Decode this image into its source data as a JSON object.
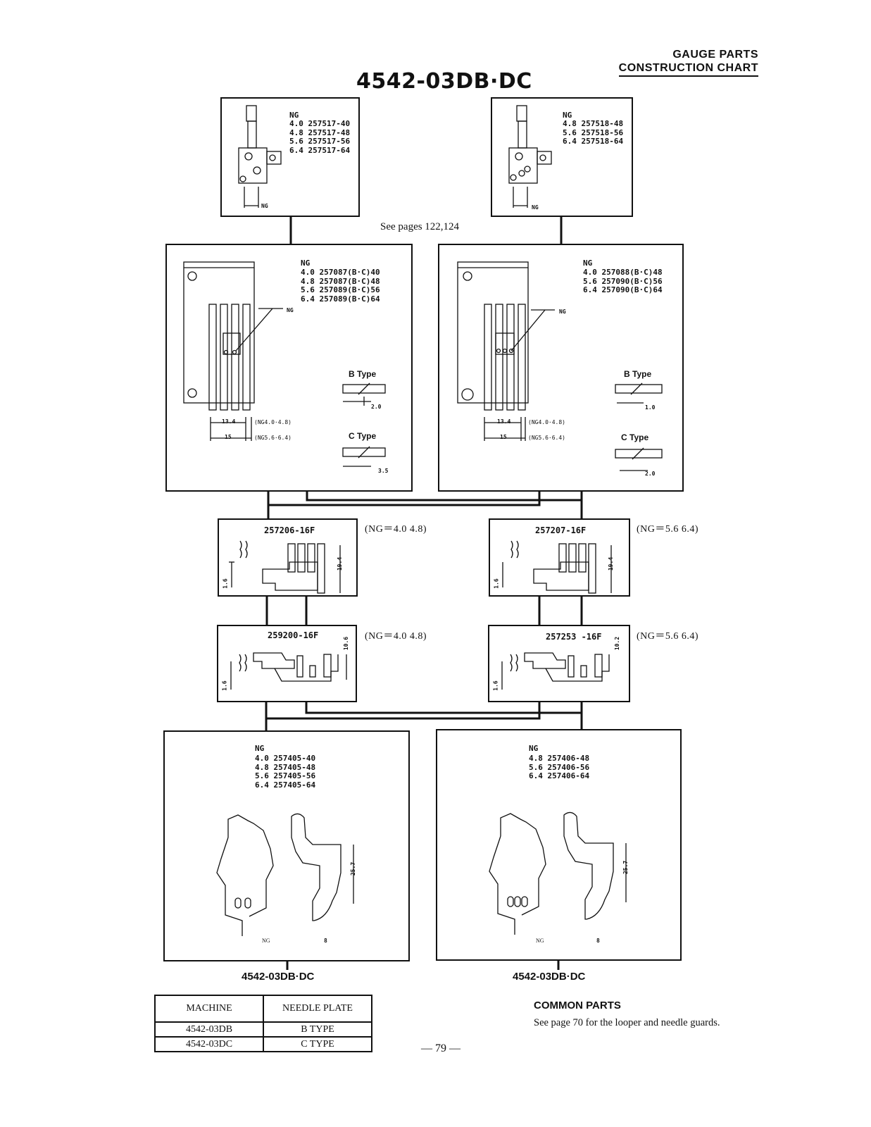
{
  "header": {
    "line1": "GAUGE PARTS",
    "line2": "CONSTRUCTION CHART"
  },
  "title": "4542-03DB·DC",
  "see_pages": "See pages 122,124",
  "needle_clamps": {
    "left": {
      "ng_label": "NG",
      "list": "4.0 257517-40\n4.8 257517-48\n5.6 257517-56\n6.4 257517-64",
      "dim": "NG"
    },
    "right": {
      "ng_label": "NG",
      "list": "4.8 257518-48\n5.6 257518-56\n6.4 257518-64",
      "dim": "NG"
    }
  },
  "needle_plates": {
    "left": {
      "ng_label": "NG",
      "list": "4.0 257087(B·C)40\n4.8 257087(B·C)48\n5.6 257089(B·C)56\n6.4 257089(B·C)64",
      "ng_pointer": "NG",
      "dim1": "13.4",
      "dim1_note": "(NG4.0·4.8)",
      "dim2": "15",
      "dim2_note": "(NG5.6·6.4)",
      "b_type": "B Type",
      "b_dim": "2.0",
      "c_type": "C Type",
      "c_dim": "3.5"
    },
    "right": {
      "ng_label": "NG",
      "list": "4.0 257088(B·C)48\n5.6 257090(B·C)56\n6.4 257090(B·C)64",
      "ng_pointer": "NG",
      "dim1": "13.4",
      "dim1_note": "(NG4.0·4.8)",
      "dim2": "15",
      "dim2_note": "(NG5.6·6.4)",
      "b_type": "B Type",
      "b_dim": "1.0",
      "c_type": "C Type",
      "c_dim": "2.0"
    }
  },
  "feed_dogs_main": {
    "left": {
      "part": "257206-16F",
      "dim_h": "19.4",
      "dim_v": "1.6",
      "side": "(NG＝4.0 4.8)"
    },
    "right": {
      "part": "257207-16F",
      "dim_h": "19.4",
      "dim_v": "1.6",
      "side": "(NG＝5.6 6.4)"
    }
  },
  "feed_dogs_diff": {
    "left": {
      "part": "259200-16F",
      "dim_h": "10.6",
      "dim_v": "1.6",
      "side": "(NG＝4.0 4.8)"
    },
    "right": {
      "part": "257253 -16F",
      "dim_h": "10.2",
      "dim_v": "1.6",
      "side": "(NG＝5.6 6.4)"
    }
  },
  "presser_feet": {
    "left": {
      "ng_label": "NG",
      "list": "4.0 257405-40\n4.8 257405-48\n5.6 257405-56\n6.4 257405-64",
      "dim_h": "25.7",
      "dim_ng": "NG",
      "dim_8": "8"
    },
    "right": {
      "ng_label": "NG",
      "list": "4.8 257406-48\n5.6 257406-56\n6.4 257406-64",
      "dim_h": "25.7",
      "dim_ng": "NG",
      "dim_8": "8"
    }
  },
  "machine_labels": {
    "left": "4542-03DB·DC",
    "right": "4542-03DB·DC"
  },
  "machine_table": {
    "headers": [
      "MACHINE",
      "NEEDLE PLATE"
    ],
    "rows": [
      [
        "4542-03DB",
        "B TYPE"
      ],
      [
        "4542-03DC",
        "C TYPE"
      ]
    ]
  },
  "common_parts": {
    "title": "COMMON PARTS",
    "text": "See page 70 for the looper and needle guards."
  },
  "page_number": "— 79 —"
}
